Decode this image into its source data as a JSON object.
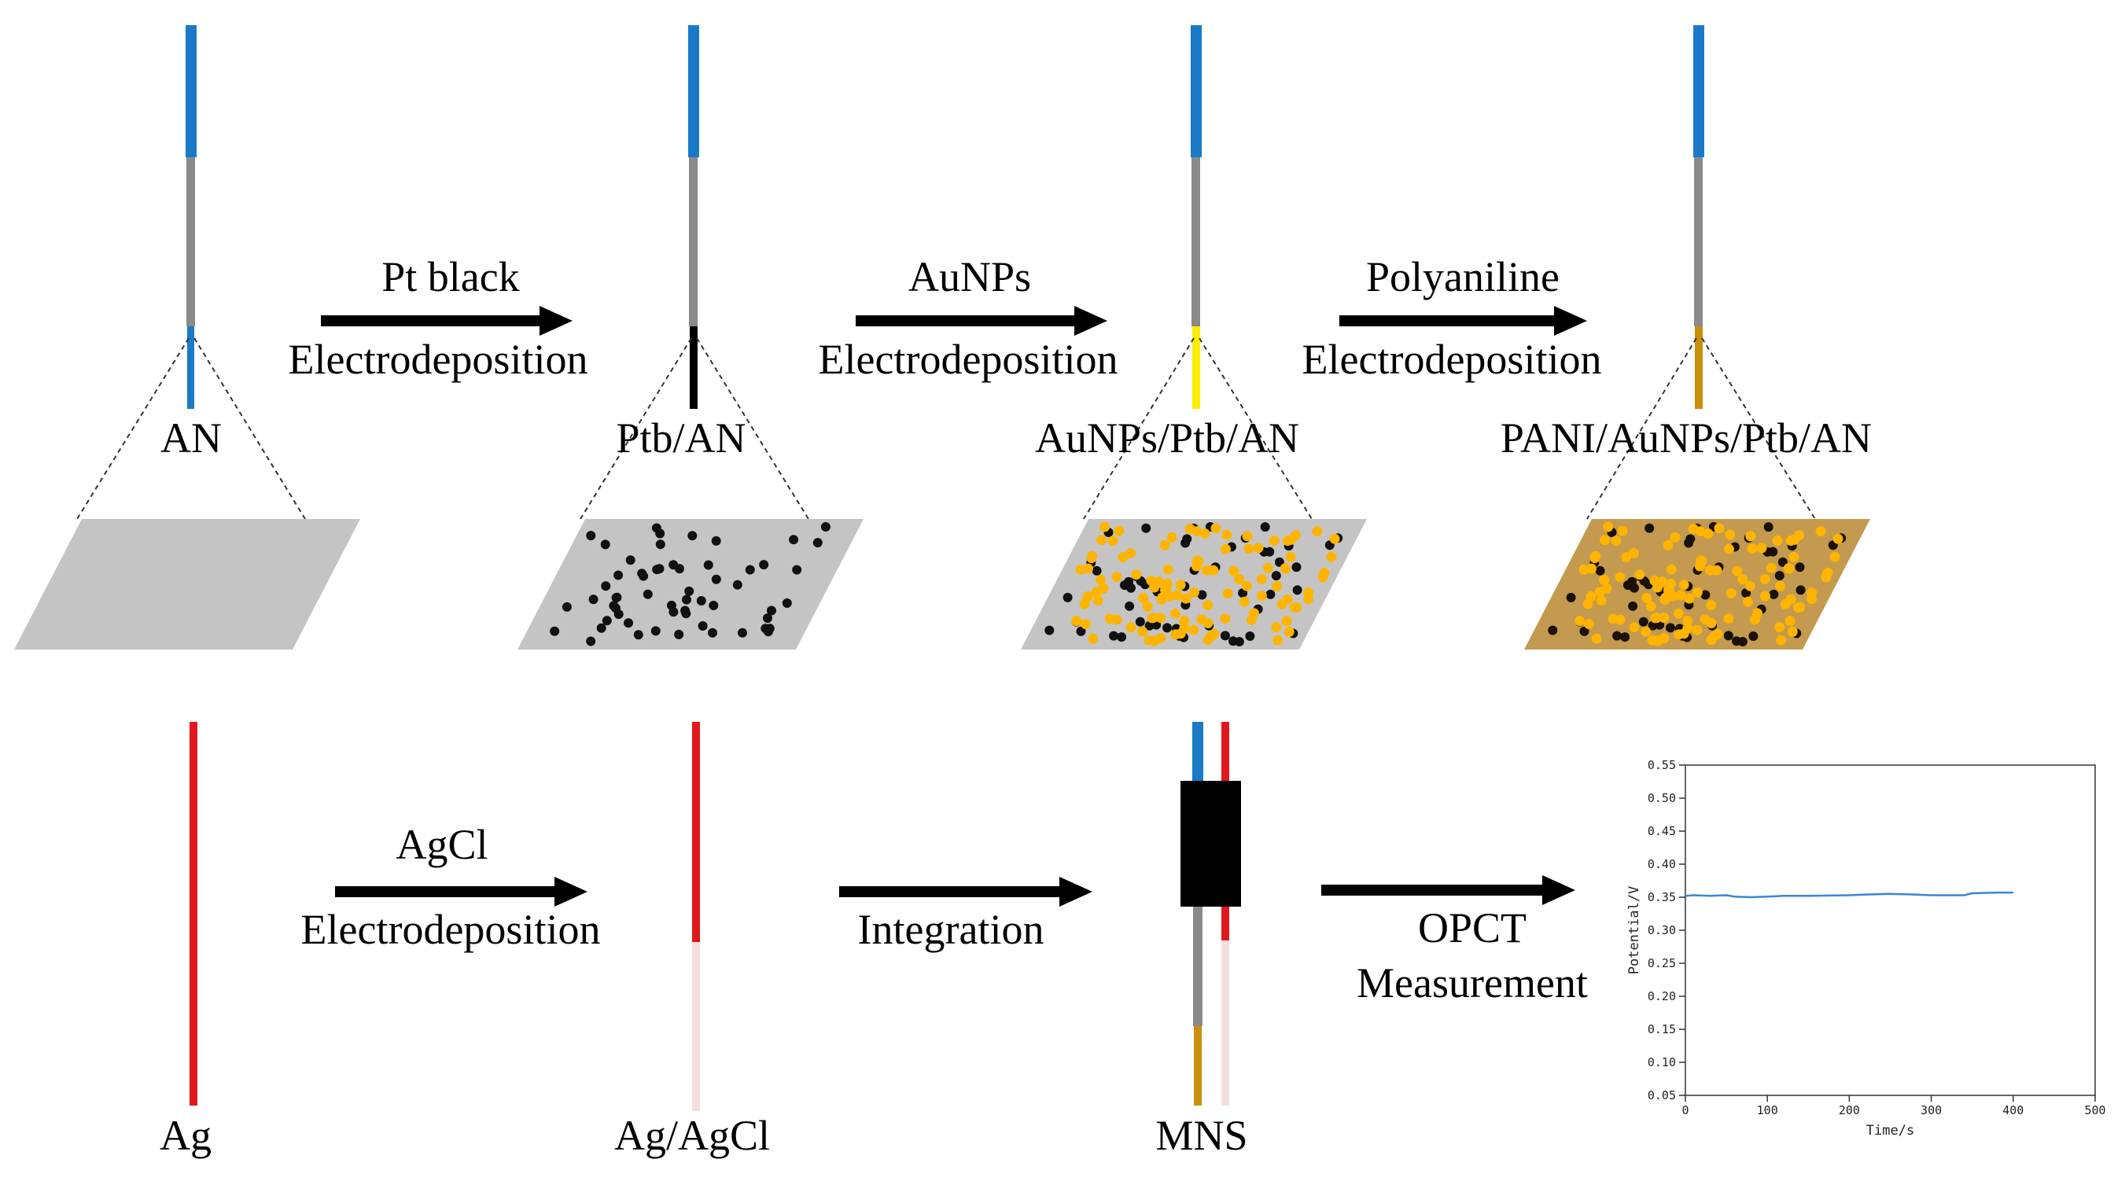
{
  "top_row": {
    "electrodes": [
      {
        "label": "AN"
      },
      {
        "label": "Ptb/AN"
      },
      {
        "label": "AuNPs/Ptb/AN"
      },
      {
        "label": "PANI/AuNPs/Ptb/AN"
      }
    ],
    "steps": [
      {
        "line1": "Pt black",
        "line2": "Electrodeposition"
      },
      {
        "line1": "AuNPs",
        "line2": "Electrodeposition"
      },
      {
        "line1": "Polyaniline",
        "line2": "Electrodeposition"
      }
    ]
  },
  "bottom_row": {
    "labels": {
      "ag": "Ag",
      "agagcl": "Ag/AgCl",
      "mns": "MNS"
    },
    "steps": {
      "agcl_line1": "AgCl",
      "agcl_line2": "Electrodeposition",
      "integration": "Integration",
      "opct_line1": "OPCT",
      "opct_line2": "Measurement"
    }
  },
  "colors": {
    "blue": "#1a7ac8",
    "gray": "#8a8a8a",
    "black": "#000000",
    "yellow": "#ffee00",
    "gold": "#c8900c",
    "red": "#e0181e",
    "pink": "#f6dede",
    "surface_gray": "#c4c4c4",
    "surface_gold": "#c39a4f",
    "au_dot": "#ffb400"
  },
  "chart_data": {
    "type": "line",
    "xlabel": "Time/s",
    "ylabel": "Potential/V",
    "xlim": [
      0,
      500
    ],
    "ylim": [
      0.05,
      0.55
    ],
    "xticks": [
      "0",
      "100",
      "200",
      "300",
      "400",
      "500"
    ],
    "yticks": [
      "0.05",
      "0.10",
      "0.15",
      "0.20",
      "0.25",
      "0.30",
      "0.35",
      "0.40",
      "0.45",
      "0.50",
      "0.55"
    ],
    "series": [
      {
        "color": "#3a86d4",
        "x": [
          0,
          10,
          30,
          50,
          60,
          80,
          100,
          120,
          150,
          200,
          220,
          250,
          280,
          300,
          320,
          340,
          350,
          380,
          400
        ],
        "y": [
          0.352,
          0.353,
          0.352,
          0.353,
          0.351,
          0.35,
          0.351,
          0.352,
          0.352,
          0.353,
          0.354,
          0.355,
          0.354,
          0.353,
          0.353,
          0.353,
          0.356,
          0.357,
          0.357
        ]
      }
    ]
  }
}
